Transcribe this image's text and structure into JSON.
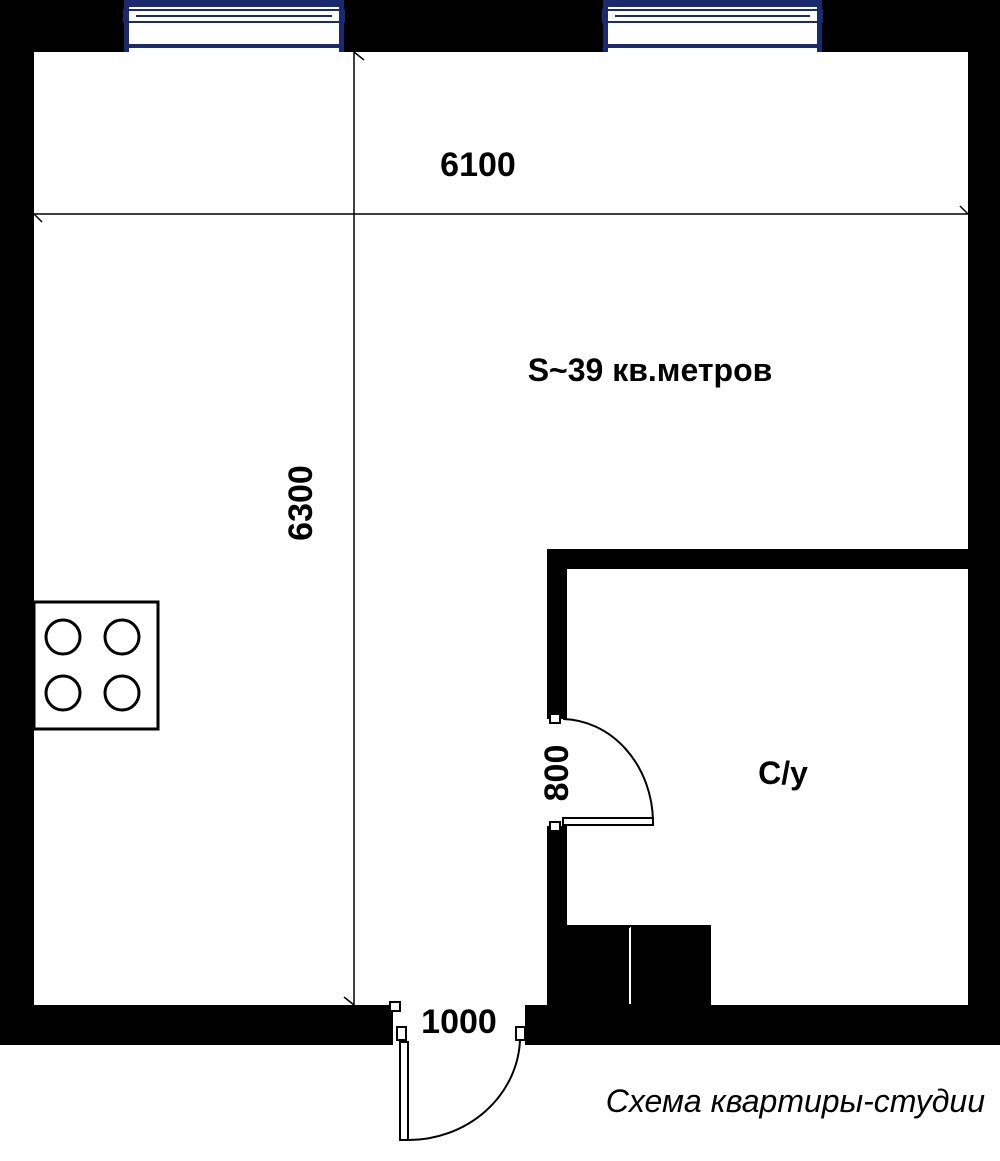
{
  "dimensions": {
    "width": "6100",
    "depth": "6300",
    "bathroom_door": "800",
    "entrance_door": "1000"
  },
  "rooms": {
    "main_area": "S~39 кв.метров",
    "bathroom": "С/у"
  },
  "caption": "Схема квартиры-студии",
  "colors": {
    "wall": "#000000",
    "floor": "#ffffff",
    "window": "#1a2a6c"
  }
}
